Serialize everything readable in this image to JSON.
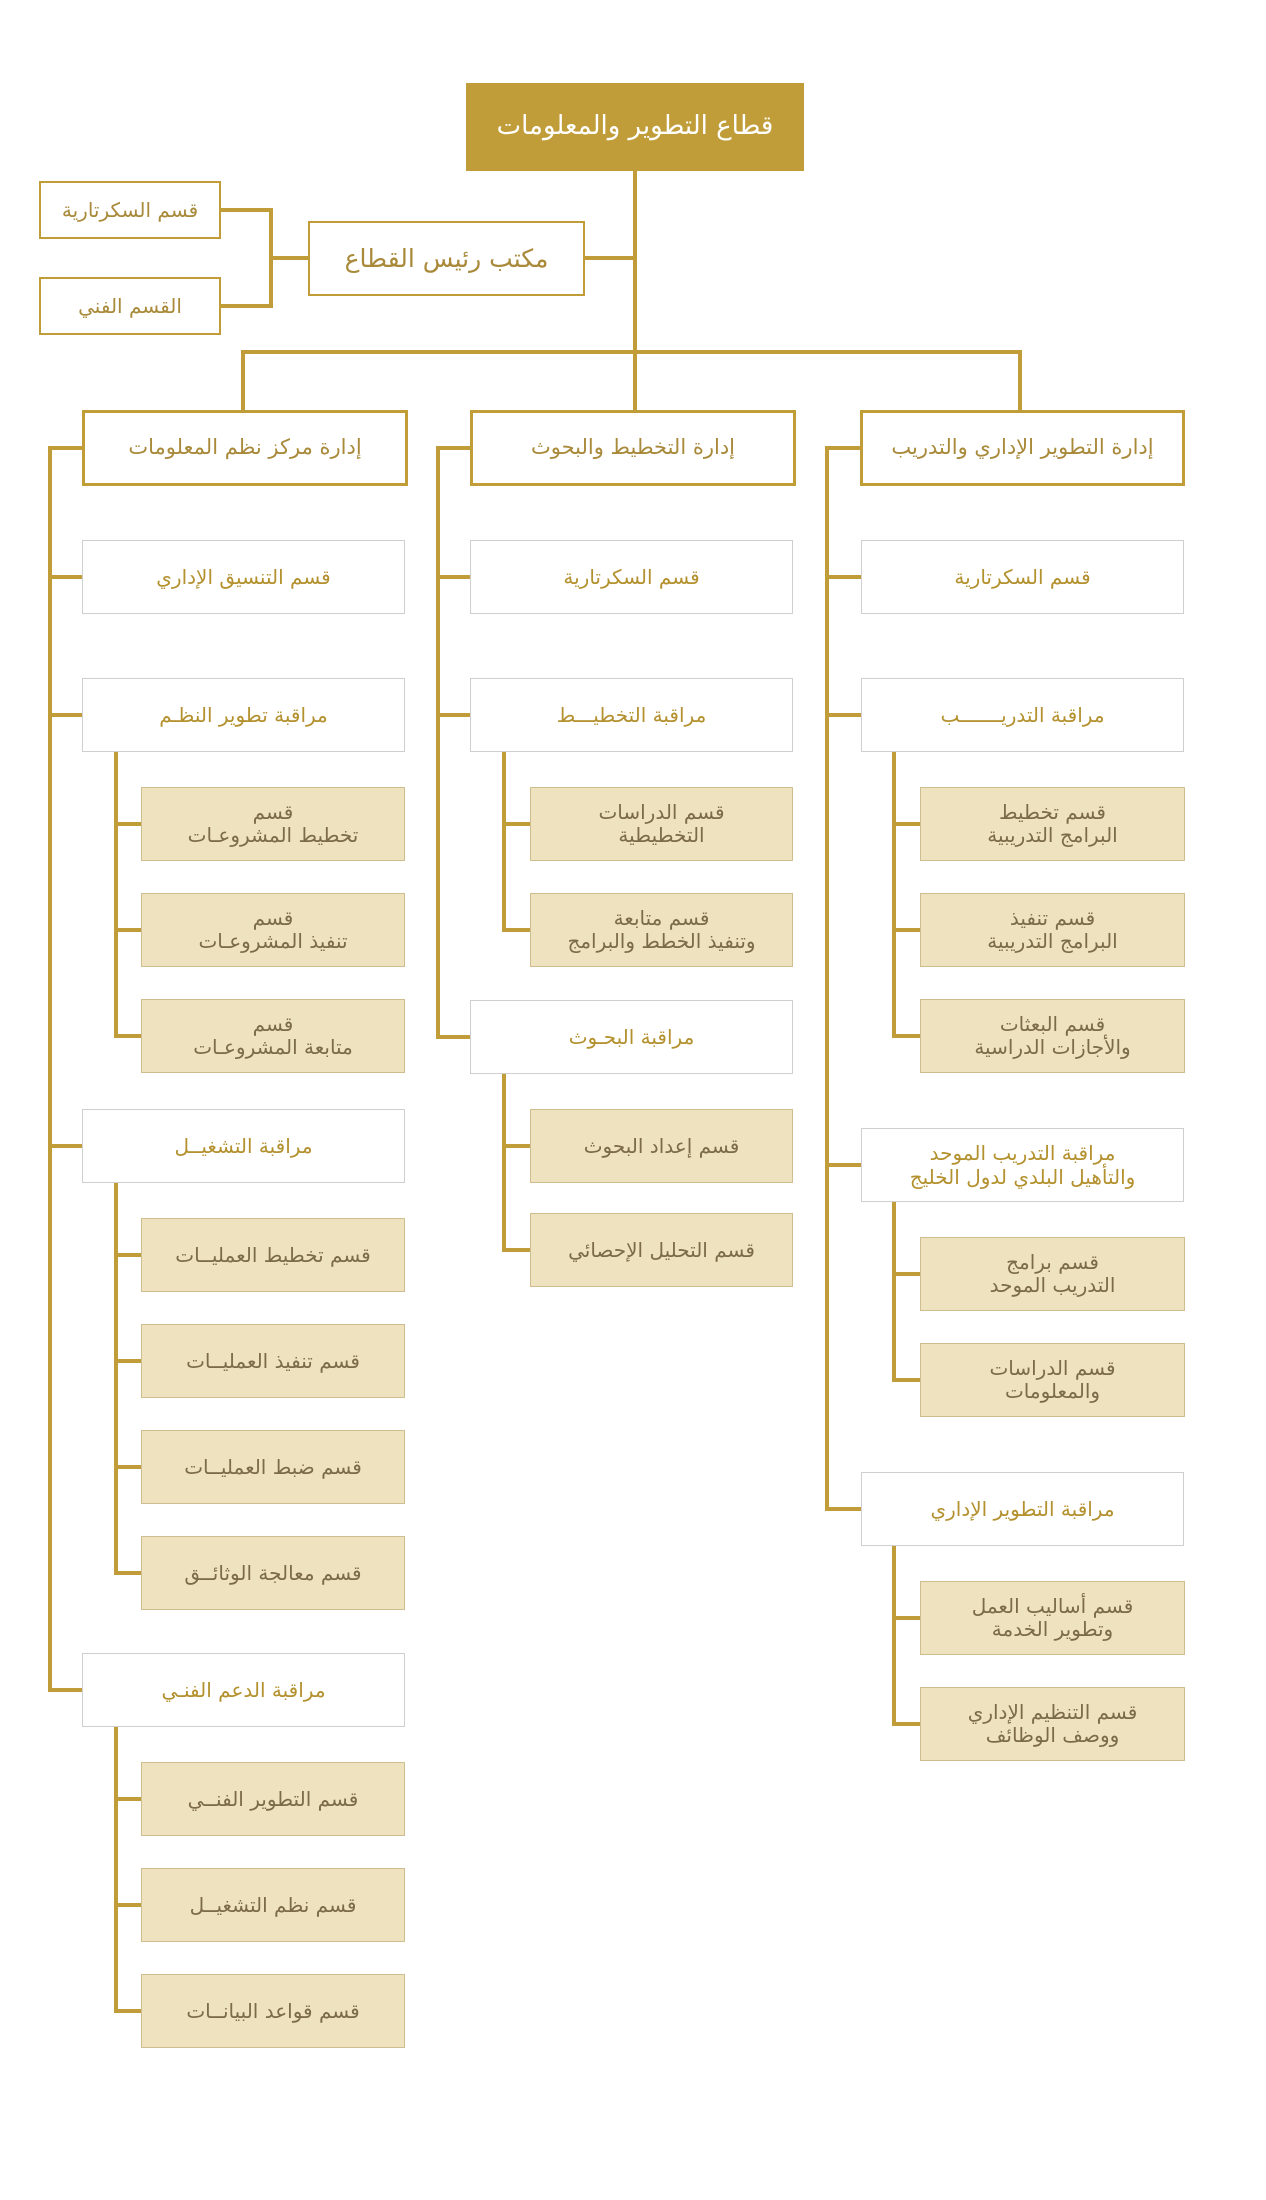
{
  "colors": {
    "gold": "#c19d3a",
    "beige": "#efe2bf",
    "text_gold": "#a98a3b",
    "text_dark": "#7c6b48"
  },
  "root": {
    "title": "قطاع التطوير والمعلومات"
  },
  "office": {
    "label": "مكتب رئيس القطاع"
  },
  "office_units": [
    {
      "label": "قسم السكرتارية"
    },
    {
      "label": "القسم الفني"
    }
  ],
  "departments": [
    {
      "title": "إدارة التطوير الإداري والتدريب",
      "secretary": "قسم السكرتارية",
      "units": [
        {
          "title": [
            "مراقبة التدريـــــــب"
          ],
          "sections": [
            [
              "قسم تخطيط",
              "البرامج التدريبية"
            ],
            [
              "قسم تنفيذ",
              "البرامج التدريبية"
            ],
            [
              "قسم البعثات",
              "والأجازات الدراسية"
            ]
          ]
        },
        {
          "title": [
            "مراقبة التدريب الموحد",
            "والتأهيل البلدي لدول الخليج"
          ],
          "sections": [
            [
              "قسم برامج",
              "التدريب الموحد"
            ],
            [
              "قسم الدراسات",
              "والمعلومات"
            ]
          ]
        },
        {
          "title": [
            "مراقبة التطوير الإداري"
          ],
          "sections": [
            [
              "قسم أساليب العمل",
              "وتطوير الخدمة"
            ],
            [
              "قسم التنظيم الإداري",
              "ووصف الوظائف"
            ]
          ]
        }
      ]
    },
    {
      "title": "إدارة التخطيط والبحوث",
      "secretary": "قسم السكرتارية",
      "units": [
        {
          "title": [
            "مراقبة التخطيـــط"
          ],
          "sections": [
            [
              "قسم الدراسات",
              "التخطيطية"
            ],
            [
              "قسم متابعة",
              "وتنفيذ الخطط والبرامج"
            ]
          ]
        },
        {
          "title": [
            "مراقبة البحـوث"
          ],
          "sections": [
            [
              "قسم إعداد البحوث"
            ],
            [
              "قسم التحليل الإحصائي"
            ]
          ]
        }
      ]
    },
    {
      "title": "إدارة مركز نظم المعلومات",
      "secretary": "قسم التنسيق الإداري",
      "units": [
        {
          "title": [
            "مراقبة تطوير النظـم"
          ],
          "sections": [
            [
              "قسم",
              "تخطيط المشروعـات"
            ],
            [
              "قسم",
              "تنفيذ المشروعـات"
            ],
            [
              "قسم",
              "متابعة المشروعـات"
            ]
          ]
        },
        {
          "title": [
            "مراقبة التشغيــل"
          ],
          "sections": [
            [
              "قسم تخطيط العمليــات"
            ],
            [
              "قسم تنفيذ العمليــات"
            ],
            [
              "قسم ضبط العمليــات"
            ],
            [
              "قسم معالجة الوثائــق"
            ]
          ]
        },
        {
          "title": [
            "مراقبة الدعم الفنـي"
          ],
          "sections": [
            [
              "قسم التطوير الفنــي"
            ],
            [
              "قسم نظم التشغيــل"
            ],
            [
              "قسم قواعد البيانــات"
            ]
          ]
        }
      ]
    }
  ]
}
